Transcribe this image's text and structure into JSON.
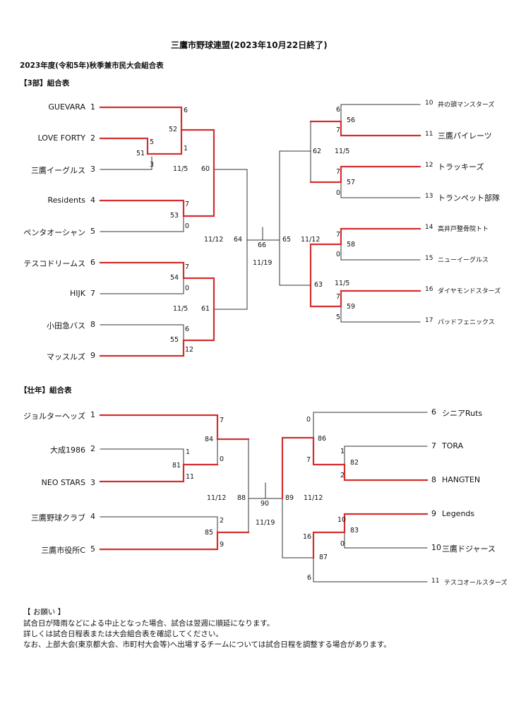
{
  "header": {
    "title": "三鷹市野球連盟(2023年10月22日終了)",
    "subtitle": "2023年度(令和5年)秋季兼市民大会組合表"
  },
  "division3": {
    "heading": "【3部】組合表",
    "left_teams": [
      {
        "seed": "1",
        "name": "GUEVARA"
      },
      {
        "seed": "2",
        "name": "LOVE FORTY"
      },
      {
        "seed": "3",
        "name": "三鷹イーグルス"
      },
      {
        "seed": "4",
        "name": "Residents"
      },
      {
        "seed": "5",
        "name": "ペンタオーシャン"
      },
      {
        "seed": "6",
        "name": "テスコドリームス"
      },
      {
        "seed": "7",
        "name": "HIJK"
      },
      {
        "seed": "8",
        "name": "小田急バス"
      },
      {
        "seed": "9",
        "name": "マッスルズ"
      }
    ],
    "right_teams": [
      {
        "seed": "10",
        "name": "井の頭マンスターズ"
      },
      {
        "seed": "11",
        "name": "三鷹パイレーツ"
      },
      {
        "seed": "12",
        "name": "トラッキーズ"
      },
      {
        "seed": "13",
        "name": "トランペット部隊"
      },
      {
        "seed": "14",
        "name": "高井戸整骨院トト"
      },
      {
        "seed": "15",
        "name": "ニューイーグルス"
      },
      {
        "seed": "16",
        "name": "ダイヤモンドスターズ"
      },
      {
        "seed": "17",
        "name": "パッドフェニックス"
      }
    ],
    "labels": {
      "s_6": "6",
      "m52": "52",
      "s_1": "1",
      "s_5": "5",
      "m51": "51",
      "s_3": "3",
      "d_11_5_a": "11/5",
      "m60": "60",
      "s_7a": "7",
      "m53": "53",
      "s_0a": "0",
      "d_11_12": "11/12",
      "m64": "64",
      "m66": "66",
      "m65": "65",
      "d_11_12b": "11/12",
      "d_11_19": "11/19",
      "s_7b": "7",
      "m54": "54",
      "s_0b": "0",
      "d_11_5_b": "11/5",
      "m61": "61",
      "s_6b": "6",
      "m55": "55",
      "s_12": "12",
      "r_6": "6",
      "m56": "56",
      "r_7a": "7",
      "m62": "62",
      "d_11_5_c": "11/5",
      "r_7b": "7",
      "m57": "57",
      "r_0a": "0",
      "r_7c": "7",
      "m58": "58",
      "r_0b": "0",
      "m63": "63",
      "d_11_5_d": "11/5",
      "r_7d": "7",
      "m59": "59",
      "r_5": "5"
    }
  },
  "senior": {
    "heading": "【壮年】組合表",
    "left_teams": [
      {
        "seed": "1",
        "name": "ジョルターヘッズ"
      },
      {
        "seed": "2",
        "name": "大成1986"
      },
      {
        "seed": "3",
        "name": "NEO STARS"
      },
      {
        "seed": "4",
        "name": "三鷹野球クラブ"
      },
      {
        "seed": "5",
        "name": "三鷹市役所C"
      }
    ],
    "right_teams": [
      {
        "seed": "6",
        "name": "シニアRuts"
      },
      {
        "seed": "7",
        "name": "TORA"
      },
      {
        "seed": "8",
        "name": "HANGTEN"
      },
      {
        "seed": "9",
        "name": "Legends"
      },
      {
        "seed": "10",
        "name": "三鷹ドジャース"
      },
      {
        "seed": "11",
        "name": "テスコオールスターズ"
      }
    ],
    "labels": {
      "s_7": "7",
      "m84": "84",
      "s_0": "0",
      "s_1": "1",
      "m81": "81",
      "s_11": "11",
      "d_11_12": "11/12",
      "m88": "88",
      "m90": "90",
      "m89": "89",
      "d_11_12b": "11/12",
      "d_11_19": "11/19",
      "s_2": "2",
      "m85": "85",
      "s_9": "9",
      "r_0": "0",
      "m86": "86",
      "r_7": "7",
      "r_1": "1",
      "m82": "82",
      "r_2": "2",
      "r_10": "10",
      "m83": "83",
      "r_0b": "0",
      "r_16": "16",
      "m87": "87",
      "r_6": "6"
    }
  },
  "notes": {
    "heading": "【 お願い 】",
    "lines": [
      "試合日が降雨などによる中止となった場合、試合は翌週に順延になります。",
      "詳しくは試合日程表または大会組合表を確認してください。",
      "なお、上部大会(東京都大会、市町村大会等)へ出場するチームについては試合日程を調整する場合があります。"
    ]
  },
  "colors": {
    "winner_line": "#d32f2f",
    "line": "#333333"
  }
}
